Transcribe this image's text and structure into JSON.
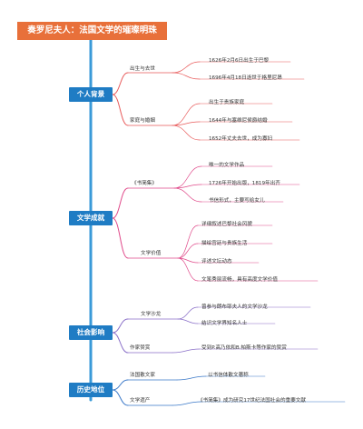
{
  "root": "奏罗尼夫人：法国文学的璀璨明珠",
  "categories": [
    {
      "label": "个人背景",
      "color": "#e85a5a",
      "subs": [
        {
          "label": "出生与去世",
          "leaves": [
            "1626年2月6日出生于巴黎",
            "1696年4月18日逝世于格里尼昂"
          ]
        },
        {
          "label": "家庭与婚姻",
          "leaves": [
            "出生于贵族家庭",
            "1644年与塞维尼侯爵结婚",
            "1652年丈夫去世，成为寡妇"
          ]
        }
      ]
    },
    {
      "label": "文学成就",
      "color": "#e04a8a",
      "subs": [
        {
          "label": "《书简集》",
          "leaves": [
            "唯一的文学作品",
            "1726年开始出版，1819年出齐",
            "书信形式，主要写给女儿"
          ]
        },
        {
          "label": "文学价值",
          "leaves": [
            "详细叙述巴黎社会风貌",
            "描绘宫廷与贵族生活",
            "评述文坛动态",
            "文笔秀丽流畅，具有高度文学价值"
          ]
        }
      ]
    },
    {
      "label": "社会影响",
      "color": "#8a6fc8",
      "subs": [
        {
          "label": "文学沙龙",
          "leaves": [
            "曾参与朗布耶夫人的文学沙龙",
            "结识文学界知名人士"
          ]
        },
        {
          "label": "作家赞赏",
          "leaves": [
            "受到P.高乃依和B.帕斯卡等作家的赞赏"
          ]
        }
      ]
    },
    {
      "label": "历史地位",
      "color": "#3a78c8",
      "subs": [
        {
          "label": "法国散文家",
          "leaves": [
            "以书信体散文著称"
          ]
        },
        {
          "label": "文学遗产",
          "leaves": [
            "《书简集》成为研究17世纪法国社会的重要文献"
          ]
        }
      ]
    }
  ],
  "colors": {
    "root": "#e8703a",
    "category": "#1f7cc4",
    "trunk": "#3a9ad8"
  }
}
